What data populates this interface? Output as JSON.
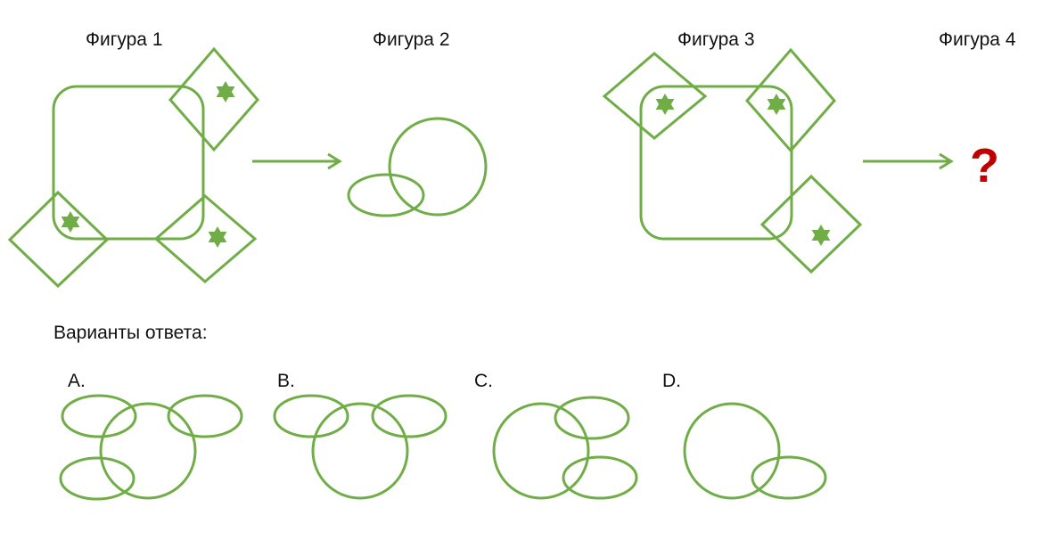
{
  "figures": {
    "fig1_label": "Фигура 1",
    "fig2_label": "Фигура 2",
    "fig3_label": "Фигура 3",
    "fig4_label": "Фигура 4",
    "unknown_mark": "?"
  },
  "answers": {
    "heading": "Варианты ответа:",
    "options": [
      "A.",
      "B.",
      "C.",
      "D."
    ]
  },
  "colors": {
    "shape": "#70ad47",
    "question": "#c00000",
    "text": "#111111"
  },
  "icons": [
    "arrow-right-icon",
    "six-point-star-icon",
    "question-mark-icon"
  ]
}
